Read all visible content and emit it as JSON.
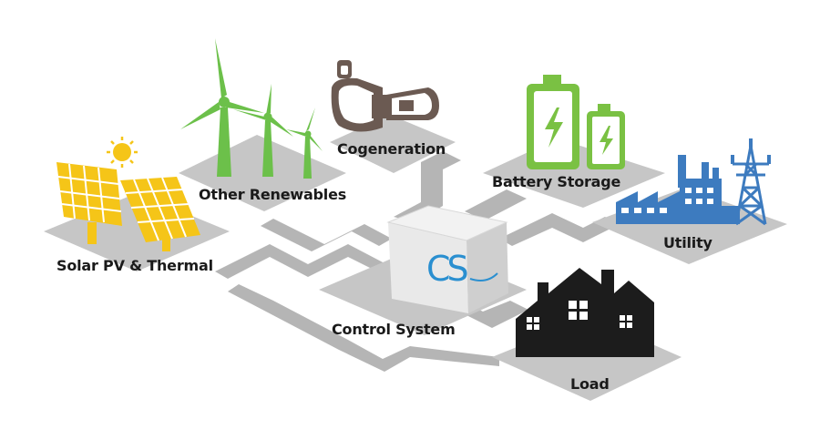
{
  "nodes": {
    "solar": "Solar PV & Thermal",
    "renewables": "Other Renewables",
    "cogeneration": "Cogeneration",
    "battery": "Battery Storage",
    "utility": "Utility",
    "control": "Control System",
    "load": "Load"
  },
  "logo": "CS",
  "colors": {
    "pad": "#c6c6c6",
    "path": "#b4b4b4",
    "solar": "#f5c518",
    "wind": "#6cc04a",
    "cogen": "#6b5a52",
    "battery": "#7ac143",
    "utility": "#3d7bbf",
    "load": "#1c1c1c",
    "logo_blue": "#2a8fd0"
  }
}
